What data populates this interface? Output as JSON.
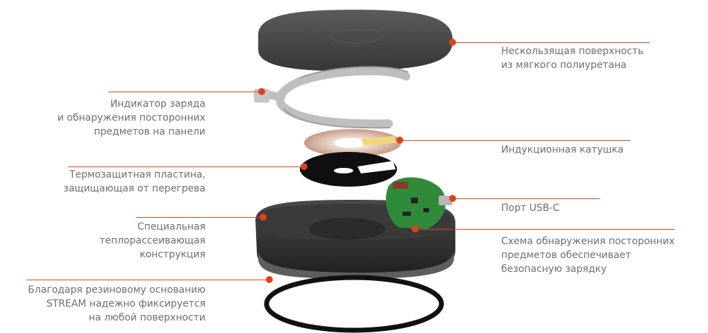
{
  "colors": {
    "accent": "#e2401c",
    "text": "#6e6e6e"
  },
  "callouts": [
    {
      "id": "surface",
      "side": "right",
      "text": "Нескользящая поверхность\nиз мягкого полиуретана"
    },
    {
      "id": "indicator",
      "side": "left",
      "text": "Индикатор заряда\nи обнаружения посторонних\nпредметов на панели"
    },
    {
      "id": "coil",
      "side": "right",
      "text": "Индукционная катушка"
    },
    {
      "id": "thermal",
      "side": "left",
      "text": "Термозащитная пластина,\nзащищающая от перегрева"
    },
    {
      "id": "usb",
      "side": "right",
      "text": "Порт USB-C"
    },
    {
      "id": "heatsink",
      "side": "left",
      "text": "Специальная\nтеплорассеивающая\nконструкция"
    },
    {
      "id": "detect",
      "side": "right",
      "text": "Схема обнаружения посторонних\nпредметов обеспечивает\nбезопасную зарядку"
    },
    {
      "id": "base",
      "side": "left",
      "text": "Благодаря резиновому основанию\nSTREAM надежно фиксируется\nна любой поверхности"
    }
  ]
}
